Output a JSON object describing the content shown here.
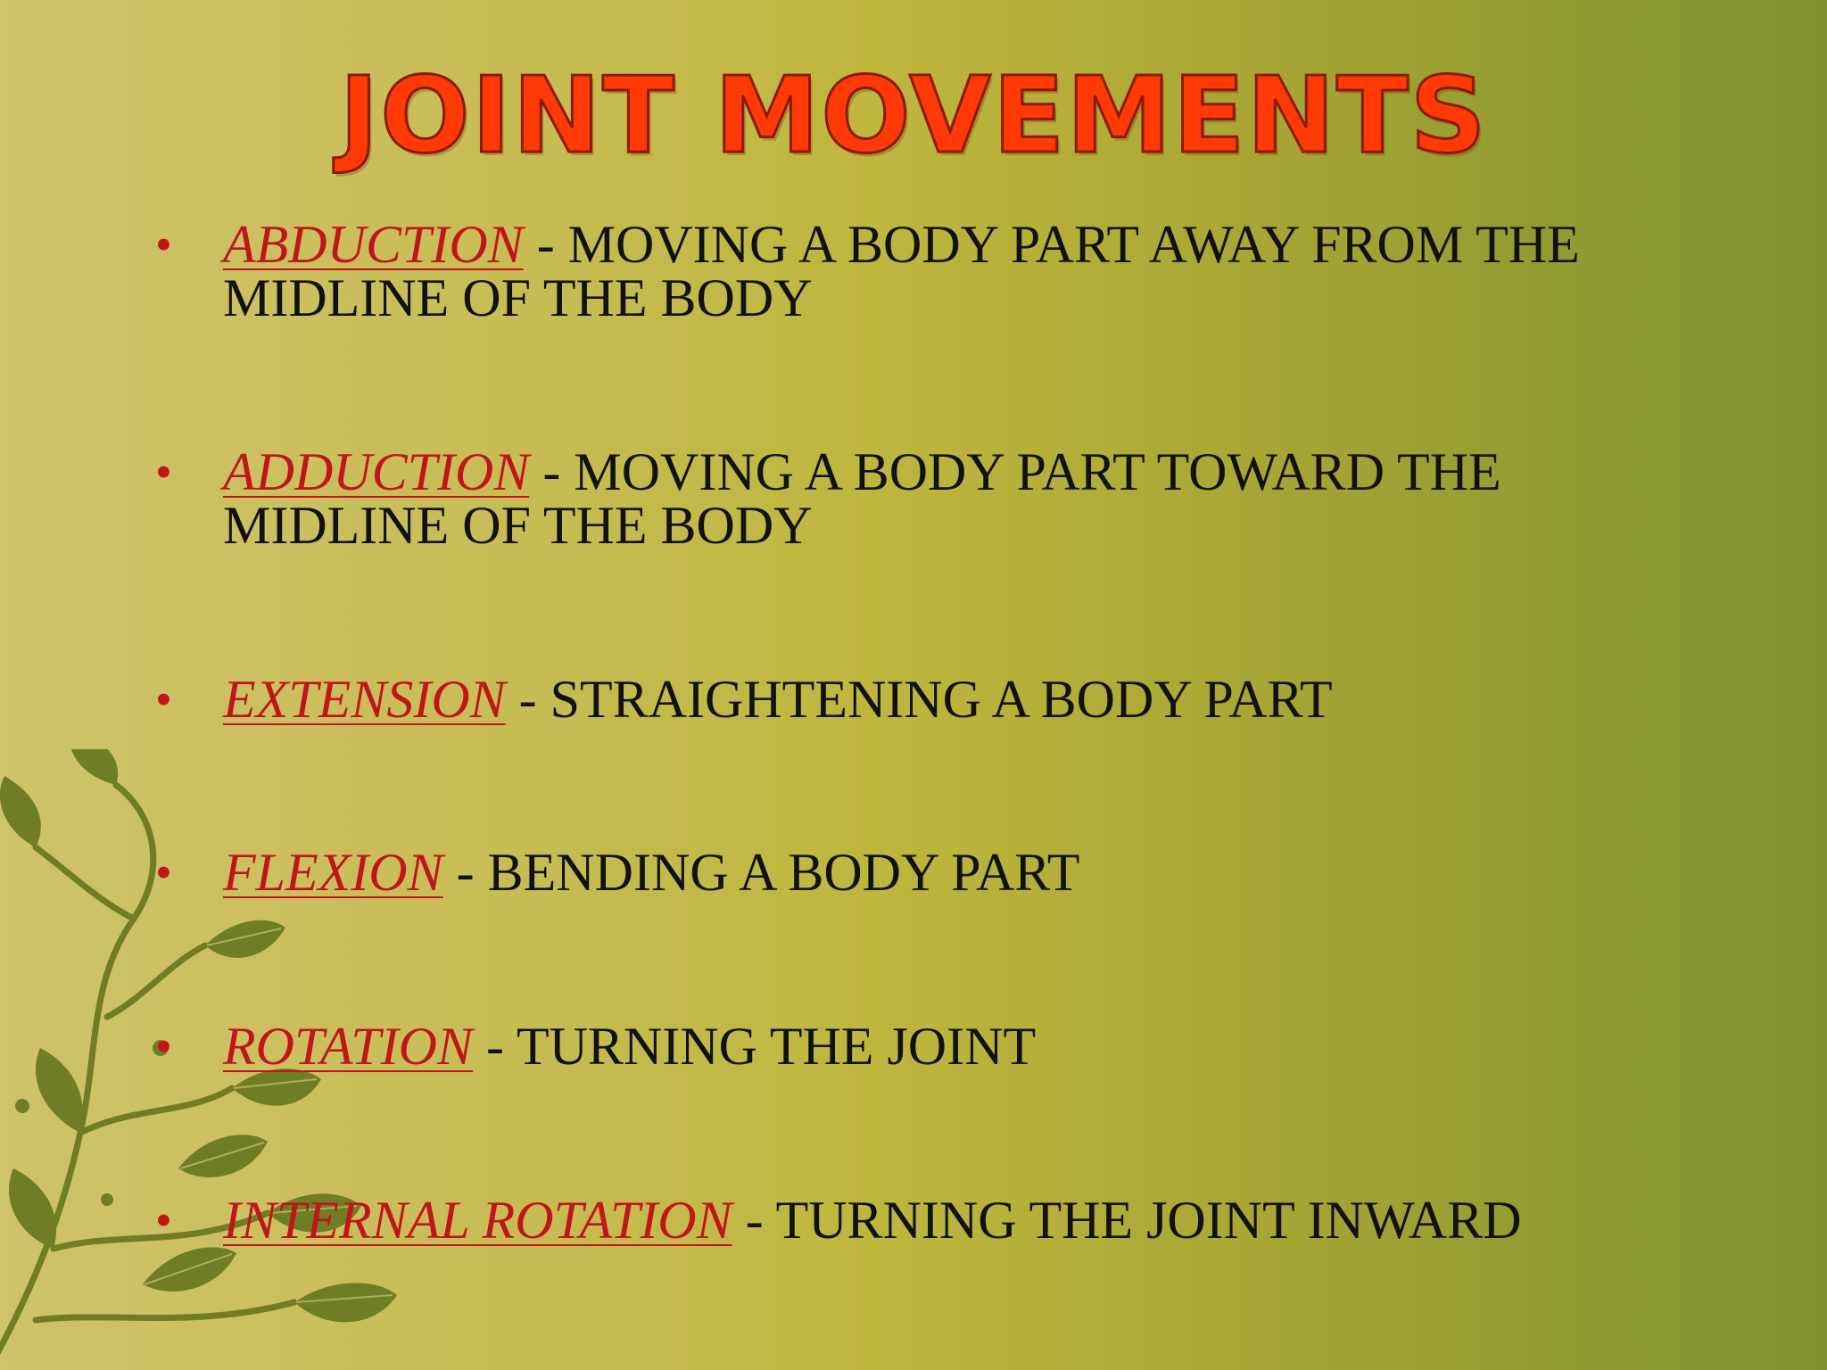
{
  "slide": {
    "title": "JOINT MOVEMENTS",
    "colors": {
      "title_fill": "#ff3a06",
      "title_outline": "#8a1a00",
      "term": "#c0151a",
      "body_text": "#111111",
      "leaf": "#6f7d24"
    },
    "bullet_glyph": "•",
    "items": [
      {
        "term": "ABDUCTION",
        "separator": " - ",
        "definition": "MOVING A BODY PART AWAY FROM THE",
        "definition_cont": "MIDLINE OF THE BODY"
      },
      {
        "term": "ADDUCTION",
        "separator": " - ",
        "definition": "MOVING A BODY PART TOWARD THE",
        "definition_cont": "MIDLINE OF THE BODY"
      },
      {
        "term": "EXTENSION",
        "separator": " - ",
        "definition": "STRAIGHTENING A BODY PART"
      },
      {
        "term": "FLEXION",
        "separator": " - ",
        "definition": "BENDING A BODY PART"
      },
      {
        "term": "ROTATION",
        "separator": " - ",
        "definition": "TURNING THE JOINT"
      },
      {
        "term": "INTERNAL ROTATION",
        "separator": " - ",
        "definition": "TURNING THE JOINT INWARD"
      }
    ]
  }
}
